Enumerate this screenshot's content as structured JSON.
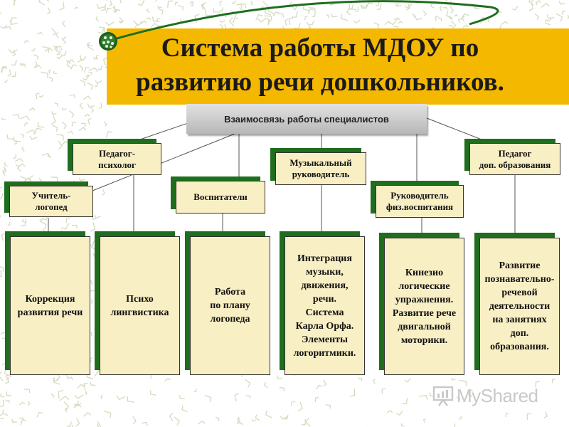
{
  "title": {
    "line1": "Система работы МДОУ по",
    "line2": "развитию речи дошкольников."
  },
  "root": {
    "label": "Взаимосвязь работы специалистов"
  },
  "specialists": {
    "psychologist": "Педагог-\nпсихолог",
    "speech_therapist": "Учитель-\nлогопед",
    "educators": "Воспитатели",
    "music_director": "Музыкальный\nруководитель",
    "pe_director": "Руководитель\nфиз.воспитания",
    "additional_teacher": "Педагог\nдоп. образования"
  },
  "activities": {
    "correction": "Коррекция\nразвития речи",
    "psycholinguistics": "Психо\nлингвистика",
    "plan": "Работа\nпо плану\nлогопеда",
    "music": "Интеграция\nмузыки,\nдвижения,\nречи.\nСистема\nКарла Орфа.\nЭлементы\nлогоритмики.",
    "kinesiology": "Кинезио\nлогические\nупражнения.\nРазвитие рече\nдвигальной\nмоторики.",
    "development": "Развитие\nпознавательно-\nречевой\nдеятельности\nна занятиях\nдоп.\nобразования."
  },
  "watermark": {
    "text": "MyShared",
    "icon": "presentation-board-icon"
  },
  "colors": {
    "banner": "#f4b800",
    "box_fill": "#f9efc4",
    "box_shadow": "#1e6e1e",
    "root_fill": "#c8c8c8",
    "arc": "#1e6e1e"
  }
}
